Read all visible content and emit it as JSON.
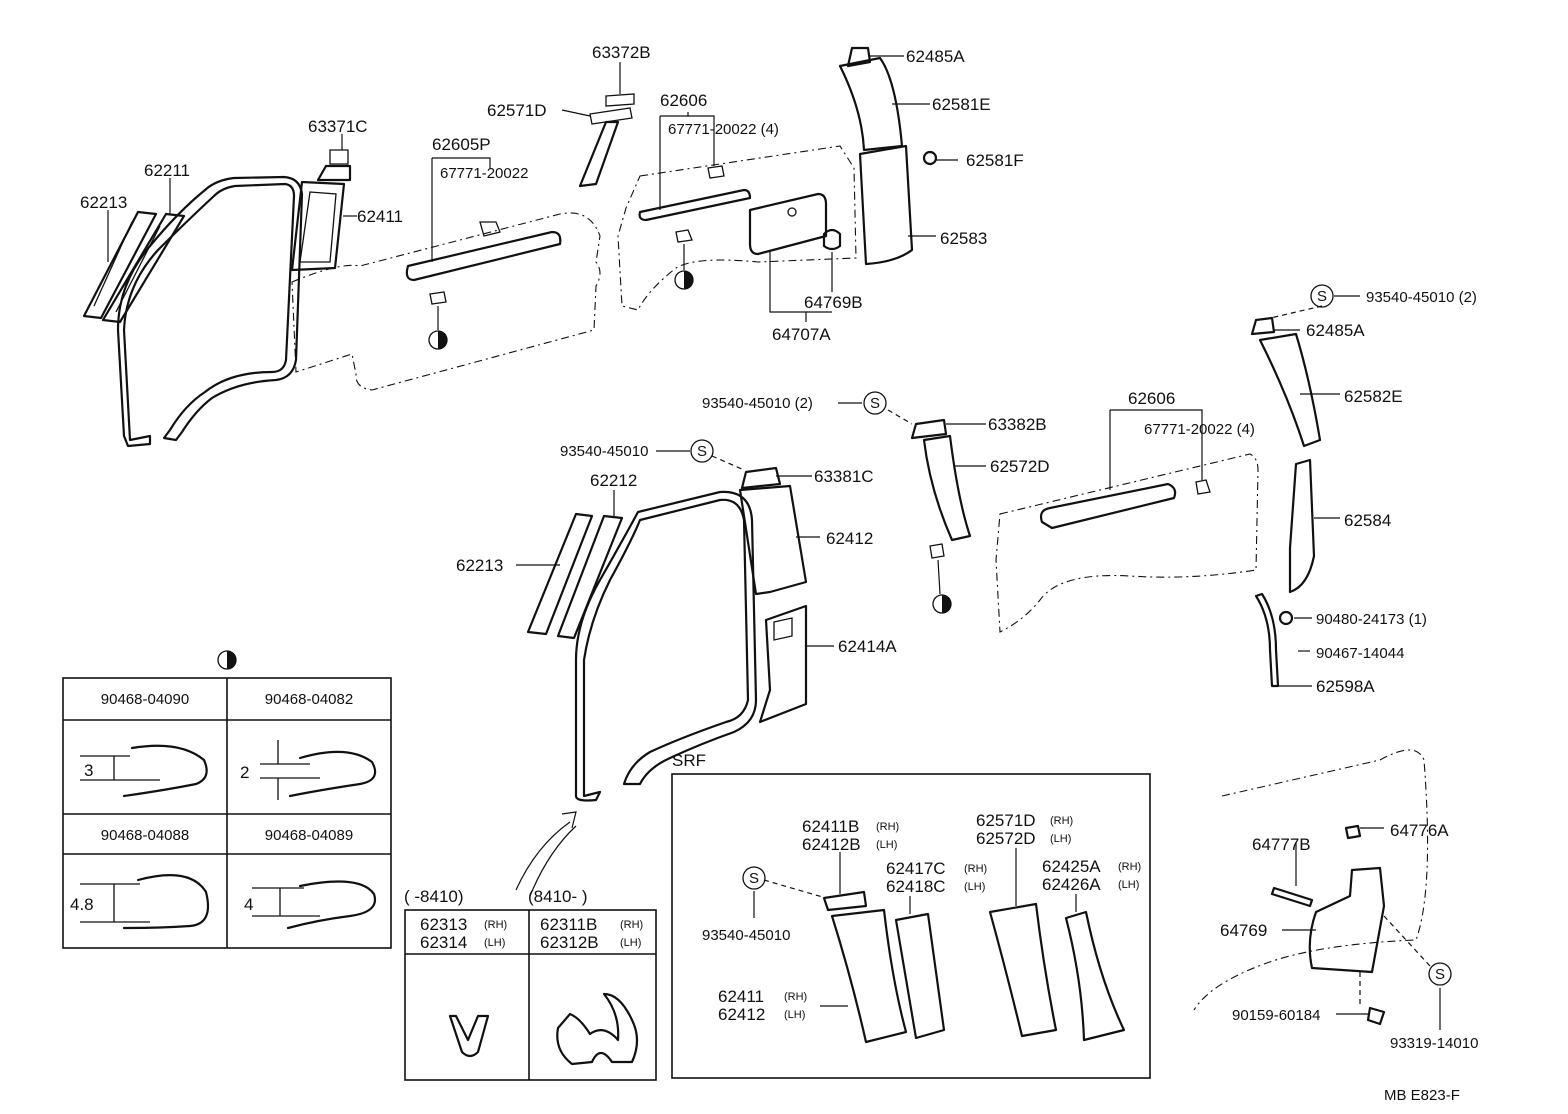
{
  "diagram_id": "MB  E823-F",
  "section_label": "SRF",
  "legend": {
    "headers": [
      "90468-04090",
      "90468-04082",
      "90468-04088",
      "90468-04089"
    ],
    "dims": [
      "3",
      "2",
      "4.8",
      "4"
    ]
  },
  "bracket_range": {
    "left": "(      -8410)",
    "right": "(8410-       )",
    "col1_a": "62313",
    "col1_a_side": "(RH)",
    "col1_b": "62314",
    "col1_b_side": "(LH)",
    "col2_a": "62311B",
    "col2_a_side": "(RH)",
    "col2_b": "62312B",
    "col2_b_side": "(LH)"
  },
  "labels": {
    "l62213a": "62213",
    "l62211": "62211",
    "l63371c": "63371C",
    "l62411": "62411",
    "l62605p": "62605P",
    "l67771a": "67771-20022",
    "l63372b": "63372B",
    "l62571d": "62571D",
    "l62606a": "62606",
    "l67771b": "67771-20022 (4)",
    "l62485a1": "62485A",
    "l62581e": "62581E",
    "l62581f": "62581F",
    "l62583": "62583",
    "l64769b": "64769B",
    "l64707a": "64707A",
    "l93540a": "93540-45010 (2)",
    "l62485a2": "62485A",
    "l62582e": "62582E",
    "l62606b": "62606",
    "l67771c": "67771-20022 (4)",
    "l62584": "62584",
    "l90480": "90480-24173 (1)",
    "l90467": "90467-14044",
    "l62598a": "62598A",
    "l93540b": "93540-45010 (2)",
    "l63382b": "63382B",
    "l62572d": "62572D",
    "l93540c": "93540-45010",
    "l63381c": "63381C",
    "l62212": "62212",
    "l62213b": "62213",
    "l62412": "62412",
    "l62414a": "62414A",
    "l64777b": "64777B",
    "l64776a": "64776A",
    "l64769": "64769",
    "l90159": "90159-60184",
    "l93319": "93319-14010"
  },
  "srf_parts": {
    "a1": "62411B",
    "a1s": "(RH)",
    "a2": "62412B",
    "a2s": "(LH)",
    "s_label": "93540-45010",
    "b1": "62411",
    "b1s": "(RH)",
    "b2": "62412",
    "b2s": "(LH)",
    "c1": "62417C",
    "c1s": "(RH)",
    "c2": "62418C",
    "c2s": "(LH)",
    "d1": "62571D",
    "d1s": "(RH)",
    "d2": "62572D",
    "d2s": "(LH)",
    "e1": "62425A",
    "e1s": "(RH)",
    "e2": "62426A",
    "e2s": "(LH)"
  },
  "symbols": {
    "s": "S"
  }
}
